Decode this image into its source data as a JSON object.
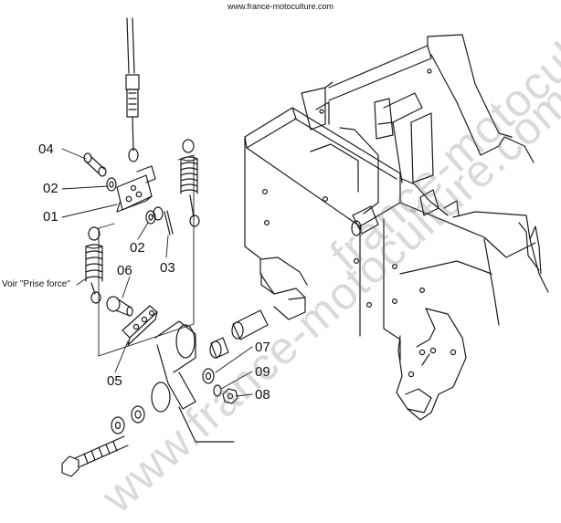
{
  "header_url": "www.france-motoculture.com",
  "note": "Voir \"Prise force\"",
  "callouts": [
    "04",
    "02",
    "01",
    "02",
    "03",
    "06",
    "05",
    "07",
    "09",
    "08"
  ],
  "watermarks": [
    "france-motoculture.com",
    "www.france-motoculture.com"
  ],
  "colors": {
    "line": "#1a1a1a",
    "watermark": "#9a9a9a"
  }
}
